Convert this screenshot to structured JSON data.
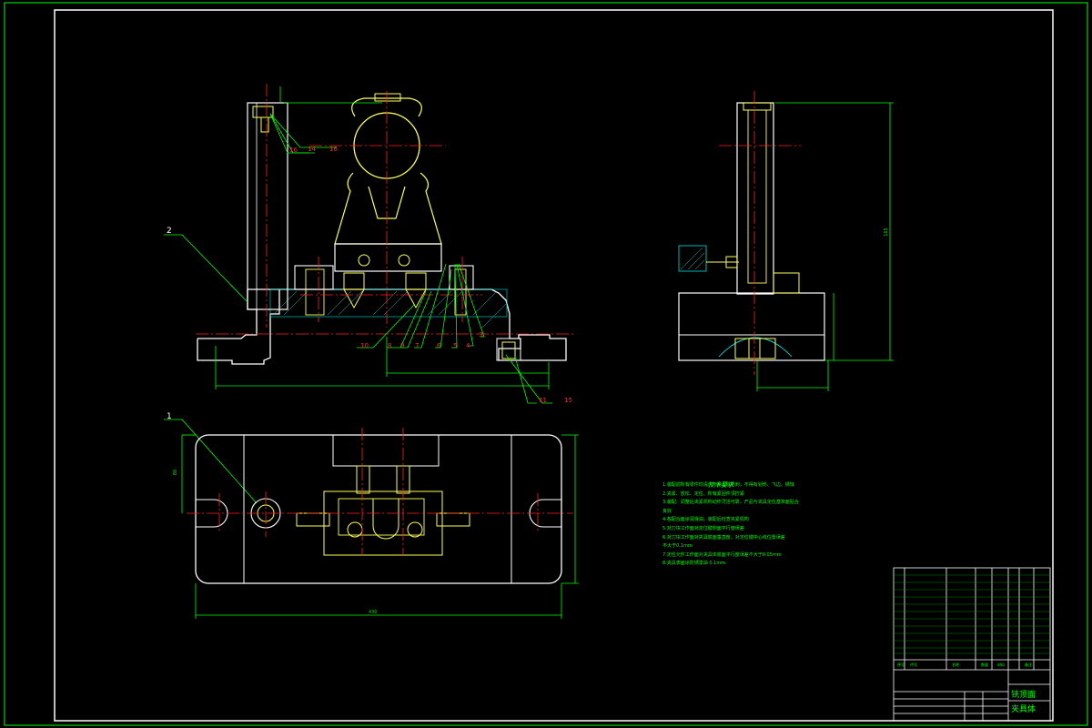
{
  "colors": {
    "background": "#000000",
    "outline": "#ffffff",
    "part_yellow": "#ffff55",
    "center_line_red": "#ff2222",
    "dimension_green": "#00ff00"
  },
  "balloons": {
    "front_view": [
      "2",
      "16",
      "14",
      "16",
      "10",
      "8",
      "9",
      "7",
      "6",
      "5",
      "4",
      "3",
      "11",
      "15"
    ],
    "plan_view": [
      "1"
    ]
  },
  "dimensions": {
    "overall_length": "430",
    "plan_width": "80",
    "side_height": "165"
  },
  "technical_requirements": {
    "title": "技术要求",
    "items": [
      "1.装配前所有零件均清洗干净去除毛刺，不得有划伤、飞边、锈蚀",
      "2.夹紧、放松、定位、所有紧固件须拧紧",
      "3.装配、调整后夹紧机构动作灵活可靠，产品与夹具定位基准面贴合良好",
      "4.各配合面涂润滑油，装配后检查夹紧机构",
      "5.对刀块工作面对定位键侧面平行度误差",
      "6.对刀块工作面对夹具底面垂直度，对定位键中心线位置误差",
      "不大于0.1mm",
      "7.定位元件工作面对夹具体底面平行度误差不大于0.05mm",
      "8.夹具表面涂防锈漆油 0.1mm"
    ]
  },
  "title_block": {
    "drawing_name": "铣顶面",
    "sub_name": "夹具体",
    "bom_header": [
      "序号",
      "代号",
      "名称",
      "数量",
      "材料",
      "备注"
    ]
  }
}
